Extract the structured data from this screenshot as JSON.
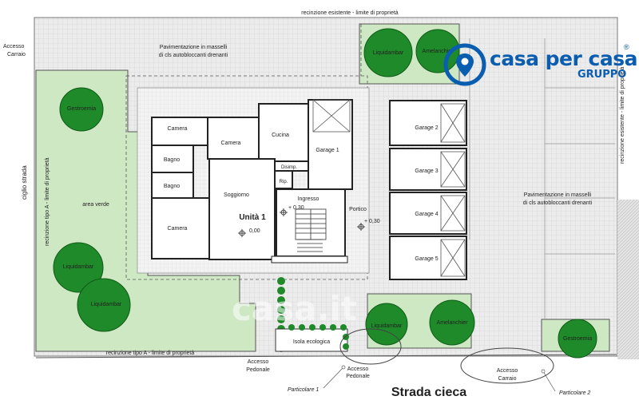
{
  "labels": {
    "recinzione_esistente": "recinzione esistente - limite di proprietà",
    "accesso_carraio_left": [
      "Accesso",
      "Carraio"
    ],
    "pav_top": [
      "Pavimentazione in masselli",
      "di cls autobloccanti drenanti"
    ],
    "pav_right": [
      "Pavimentazione in masselli",
      "di cls autobloccanti drenanti"
    ],
    "ciglio_strada": "ciglio strada",
    "recinzione_tipoA_vert": "recinzione tipo A - limite di proprietà",
    "recinzione_tipoA_bottom": "recinzione tipo A - limite di proprietà",
    "recinzione_esistente_right": "recinzione esistente - limite di proprietà",
    "area_verde": "area verde",
    "accesso_pedonale_left": [
      "Accesso",
      "Pedonale"
    ],
    "accesso_pedonale_mid": [
      "Accesso",
      "Pedonale"
    ],
    "accesso_carraio_bottom": [
      "Accesso",
      "Carraio"
    ],
    "particolare_1": "Particolare 1",
    "particolare_2": "Particolare 2",
    "strada_cieca": "Strada cieca",
    "isola_ecologica": "Isola ecologica",
    "unita": "Unità 1",
    "level_000": "0,00",
    "level_030_a": "+ 0,30",
    "level_030_b": "+ 0,30",
    "portico": "Portico"
  },
  "rooms": {
    "camera1": "Camera",
    "camera2": "Camera",
    "camera3": "Camera",
    "bagno1": "Bagno",
    "bagno2": "Bagno",
    "cucina": "Cucina",
    "disimp": "Disimp.",
    "rip": "Rip.",
    "soggiorno": "Soggiorno",
    "ingresso": "Ingresso",
    "garage1": "Garage 1",
    "garage2": "Garage 2",
    "garage3": "Garage 3",
    "garage4": "Garage 4",
    "garage5": "Garage 5"
  },
  "trees": {
    "gestroemia_left": "Gestroemia",
    "liquidambar_top": "Liquidambar",
    "amelanchier_top": "Amelanchier",
    "liquidambar_l1": "Liquidambar",
    "liquidambar_l2": "Liquidambar",
    "liquidambar_bottom": "Liquidambar",
    "amelanchier_bottom": "Amelanchier",
    "gestroemia_right": "Gestroemia"
  },
  "logo": {
    "name": "casa per casa",
    "sub": "GRUPPO",
    "reg": "®"
  },
  "watermark": "casa.it",
  "colors": {
    "grass": "#cfe8c4",
    "tree": "#1f8a2a",
    "paving": "#e9e9e9",
    "brand": "#0b5db0"
  }
}
